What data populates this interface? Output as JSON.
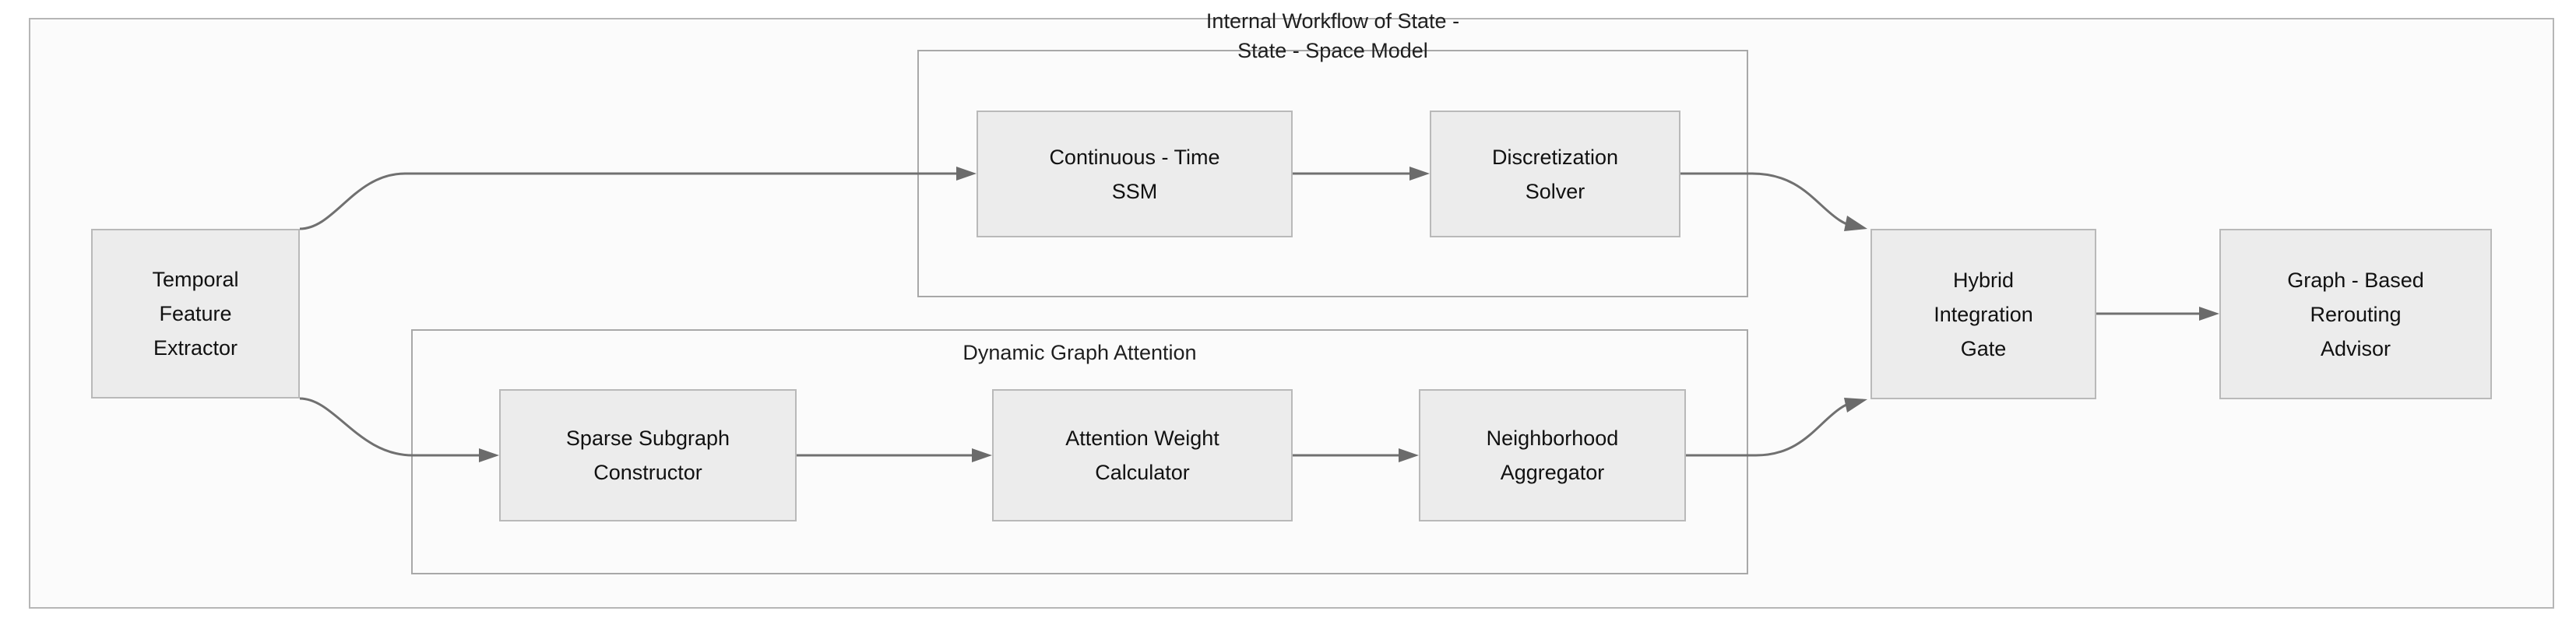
{
  "diagram": {
    "type": "flowchart",
    "direction": "left-to-right",
    "background_color": "#fbfbfb",
    "node_fill_color": "#ececec",
    "node_border_color": "#b9b9b9",
    "edge_color": "#707070",
    "text_color": "#111111"
  },
  "subgraphs": [
    {
      "id": "state-space-model",
      "title_line1": "Internal Workflow of State -",
      "title_line2": "State - Space Model"
    },
    {
      "id": "dynamic-graph-attention",
      "title_line1": "Dynamic Graph Attention",
      "title_line2": ""
    }
  ],
  "nodes": [
    {
      "id": "temporal-feature-extractor",
      "lines": [
        "Temporal",
        "Feature",
        "Extractor"
      ]
    },
    {
      "id": "continuous-time-ssm",
      "lines": [
        "Continuous - Time",
        "SSM"
      ]
    },
    {
      "id": "discretization-solver",
      "lines": [
        "Discretization",
        "Solver"
      ]
    },
    {
      "id": "sparse-subgraph-constructor",
      "lines": [
        "Sparse Subgraph",
        "Constructor"
      ]
    },
    {
      "id": "attention-weight-calculator",
      "lines": [
        "Attention Weight",
        "Calculator"
      ]
    },
    {
      "id": "neighborhood-aggregator",
      "lines": [
        "Neighborhood",
        "Aggregator"
      ]
    },
    {
      "id": "hybrid-integration-gate",
      "lines": [
        "Hybrid",
        "Integration",
        "Gate"
      ]
    },
    {
      "id": "graph-based-rerouting-advisor",
      "lines": [
        "Graph - Based",
        "Rerouting",
        "Advisor"
      ]
    }
  ],
  "edges": [
    {
      "from": "temporal-feature-extractor",
      "to": "continuous-time-ssm",
      "label": ""
    },
    {
      "from": "temporal-feature-extractor",
      "to": "sparse-subgraph-constructor",
      "label": ""
    },
    {
      "from": "continuous-time-ssm",
      "to": "discretization-solver",
      "label": ""
    },
    {
      "from": "discretization-solver",
      "to": "hybrid-integration-gate",
      "label": ""
    },
    {
      "from": "sparse-subgraph-constructor",
      "to": "attention-weight-calculator",
      "label": ""
    },
    {
      "from": "attention-weight-calculator",
      "to": "neighborhood-aggregator",
      "label": ""
    },
    {
      "from": "neighborhood-aggregator",
      "to": "hybrid-integration-gate",
      "label": ""
    },
    {
      "from": "hybrid-integration-gate",
      "to": "graph-based-rerouting-advisor",
      "label": ""
    }
  ]
}
